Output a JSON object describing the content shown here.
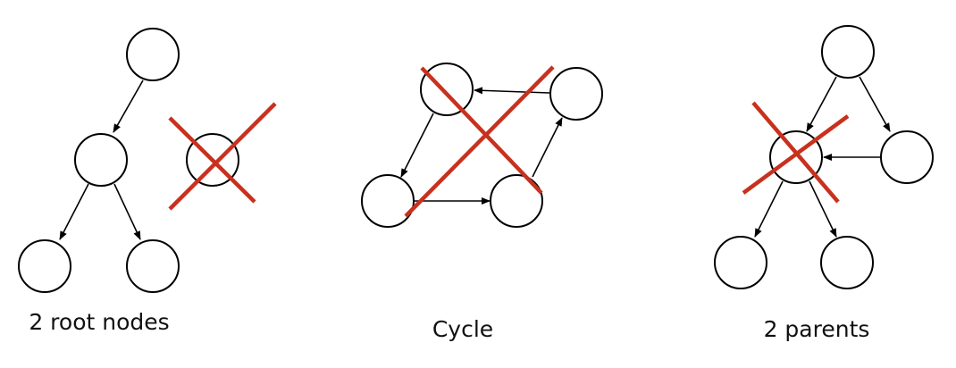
{
  "panels": [
    {
      "id": "root",
      "caption": "2 root nodes"
    },
    {
      "id": "cycle",
      "caption": "Cycle"
    },
    {
      "id": "parents",
      "caption": "2 parents"
    }
  ],
  "colors": {
    "node_stroke": "#000000",
    "edge": "#000000",
    "cross": "#c8311e",
    "text": "#111111"
  }
}
